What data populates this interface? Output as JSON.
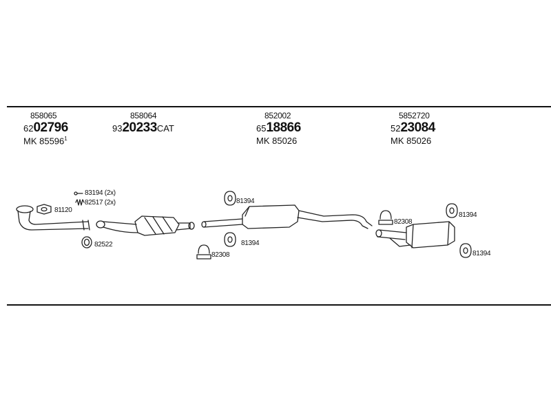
{
  "groups": [
    {
      "top_code": "858065",
      "prefix": "62",
      "main": "02796",
      "suffix": "",
      "mk": "MK 85596",
      "mk_sup": "1"
    },
    {
      "top_code": "858064",
      "prefix": "93",
      "main": "20233",
      "suffix": "CAT",
      "mk": "",
      "mk_sup": ""
    },
    {
      "top_code": "852002",
      "prefix": "65",
      "main": "18866",
      "suffix": "",
      "mk": "MK 85026",
      "mk_sup": ""
    },
    {
      "top_code": "5852720",
      "prefix": "52",
      "main": "23084",
      "suffix": "",
      "mk": "MK 85026",
      "mk_sup": ""
    }
  ],
  "part_labels": {
    "p1": "83194 (2x)",
    "p2": "82517 (2x)",
    "p3": "81120",
    "p4": "82522",
    "p5": "81394",
    "p6": "81394",
    "p7": "82308",
    "p8": "82308",
    "p9": "81394",
    "p10": "81394"
  }
}
